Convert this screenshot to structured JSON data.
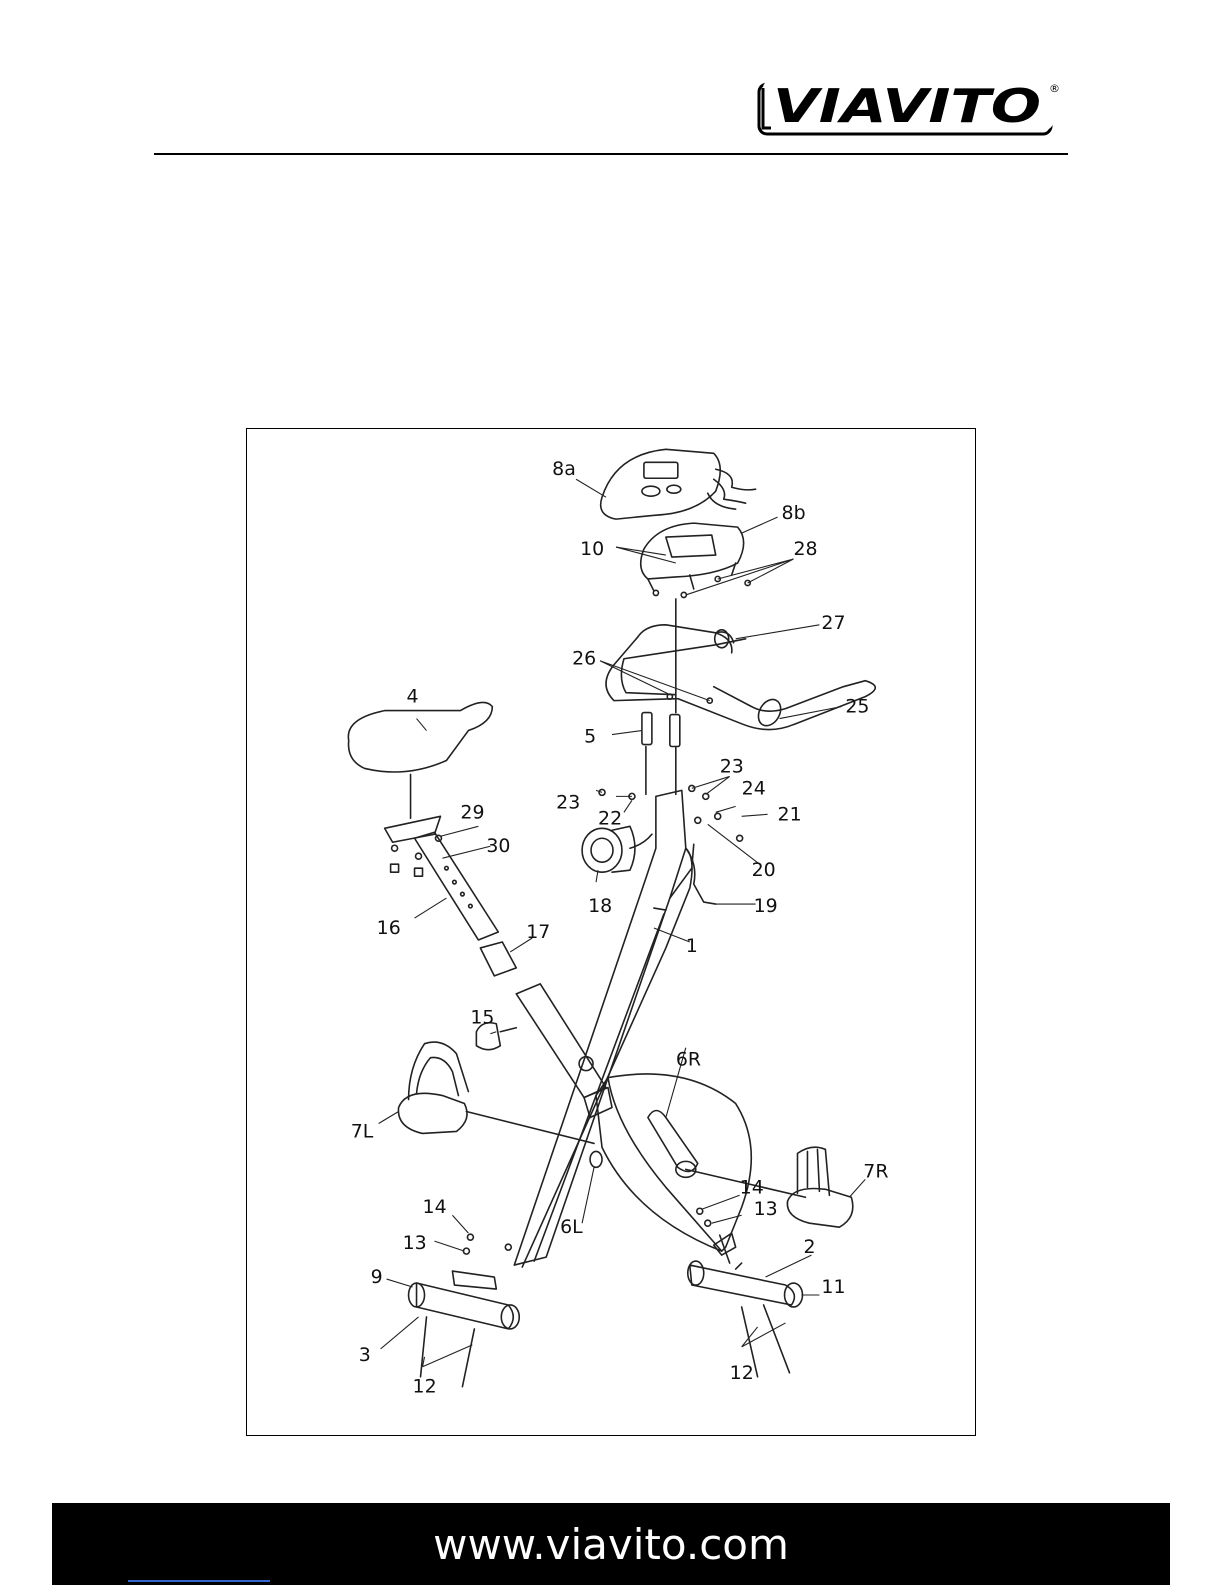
{
  "brand": {
    "name": "VIAVITO",
    "registered_mark": "®"
  },
  "diagram": {
    "part_labels": [
      {
        "id": "p8a",
        "text": "8a"
      },
      {
        "id": "p8b",
        "text": "8b"
      },
      {
        "id": "p10",
        "text": "10"
      },
      {
        "id": "p28",
        "text": "28"
      },
      {
        "id": "p27",
        "text": "27"
      },
      {
        "id": "p26",
        "text": "26"
      },
      {
        "id": "p25",
        "text": "25"
      },
      {
        "id": "p4",
        "text": "4"
      },
      {
        "id": "p5",
        "text": "5"
      },
      {
        "id": "p23a",
        "text": "23"
      },
      {
        "id": "p23b",
        "text": "23"
      },
      {
        "id": "p24",
        "text": "24"
      },
      {
        "id": "p22",
        "text": "22"
      },
      {
        "id": "p21",
        "text": "21"
      },
      {
        "id": "p29",
        "text": "29"
      },
      {
        "id": "p30",
        "text": "30"
      },
      {
        "id": "p20",
        "text": "20"
      },
      {
        "id": "p18",
        "text": "18"
      },
      {
        "id": "p19",
        "text": "19"
      },
      {
        "id": "p16",
        "text": "16"
      },
      {
        "id": "p17",
        "text": "17"
      },
      {
        "id": "p1",
        "text": "1"
      },
      {
        "id": "p15",
        "text": "15"
      },
      {
        "id": "p6R",
        "text": "6R"
      },
      {
        "id": "p7L",
        "text": "7L"
      },
      {
        "id": "p7R",
        "text": "7R"
      },
      {
        "id": "p14a",
        "text": "14"
      },
      {
        "id": "p14b",
        "text": "14"
      },
      {
        "id": "p13a",
        "text": "13"
      },
      {
        "id": "p13b",
        "text": "13"
      },
      {
        "id": "p6L",
        "text": "6L"
      },
      {
        "id": "p2",
        "text": "2"
      },
      {
        "id": "p9",
        "text": "9"
      },
      {
        "id": "p11",
        "text": "11"
      },
      {
        "id": "p3",
        "text": "3"
      },
      {
        "id": "p12a",
        "text": "12"
      },
      {
        "id": "p12b",
        "text": "12"
      }
    ]
  },
  "footer": {
    "url": "www.viavito.com"
  }
}
